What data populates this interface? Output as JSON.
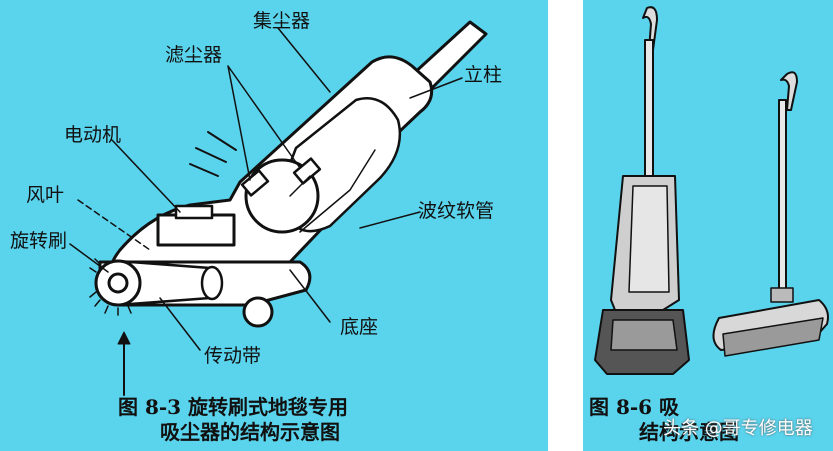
{
  "figure_left": {
    "labels": {
      "dust_collector": "集尘器",
      "dust_filter": "滤尘器",
      "column": "立柱",
      "motor": "电动机",
      "fan": "风叶",
      "corrugated_hose": "波纹软管",
      "rotating_brush": "旋转刷",
      "base": "底座",
      "drive_belt": "传动带"
    },
    "caption_line1": "图 8-3  旋转刷式地毯专用",
    "caption_line2": "吸尘器的结构示意图"
  },
  "figure_right": {
    "caption_line1": "图 8-6  吸",
    "caption_line2": "结构示意图",
    "watermark": "头条 @哥专修电器"
  }
}
